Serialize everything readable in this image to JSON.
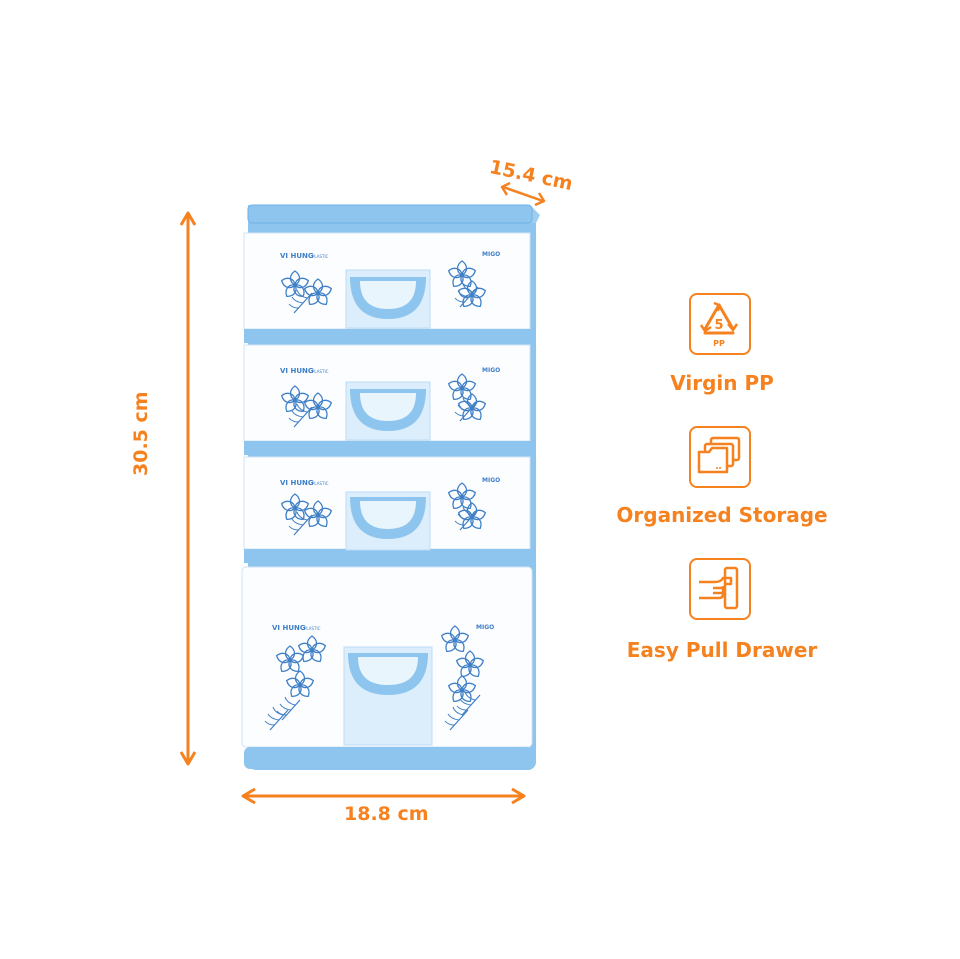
{
  "dimensions": {
    "height": "30.5 cm",
    "width": "18.8 cm",
    "depth": "15.4 cm"
  },
  "features": [
    {
      "icon": "recycle-pp-5-icon",
      "badge_number": "5",
      "badge_sub": "PP",
      "label": "Virgin PP"
    },
    {
      "icon": "folders-icon",
      "label": "Organized Storage"
    },
    {
      "icon": "hand-pull-drawer-icon",
      "label": "Easy Pull Drawer"
    }
  ],
  "product": {
    "brand_print": "VI HUNG",
    "brand_sub": "PLASTIC",
    "model_print": "MIGO",
    "drawer_count": 4
  },
  "colors": {
    "accent": "#f5821f",
    "frame_blue": "#8ec5ee",
    "print_blue": "#3f7fc6",
    "drawer_white": "#fcfdff"
  }
}
